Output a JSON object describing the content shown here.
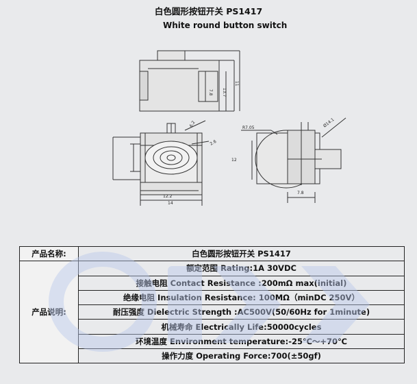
{
  "header": {
    "title_cn": "白色圆形按钮开关 PS1417",
    "title_en": "White round button switch"
  },
  "drawing": {
    "dim_r7": "R7.05",
    "dim_d14": "Ø14.1",
    "dim_12_2": "12.2",
    "dim_14": "14",
    "dim_7_8": "7.8",
    "dim_12": "12",
    "dim_7_8_v": "7.8",
    "dim_13_7": "13.7",
    "dim_11": "11",
    "dim_6_2": "6.2",
    "dim_2_6": "2.6"
  },
  "table": {
    "name_label": "产品名称:",
    "name_value": "白色圆形按钮开关 PS1417",
    "desc_label": "产品说明:",
    "rows": [
      "额定范围 Rating:1A 30VDC",
      "接触电阻 Contact Resistance :200mΩ max(initial)",
      "绝缘电阻 Insulation Resistance: 100MΩ（minDC 250V）",
      "耐压强度 Dielectric Strength :AC500V(50/60Hz for 1minute)",
      "机械寿命 Electrically Life:50000cycles",
      "环境温度 Environment temperature:-25℃～+70℃",
      "操作力度 Operating Force:700(±50gf)"
    ]
  }
}
